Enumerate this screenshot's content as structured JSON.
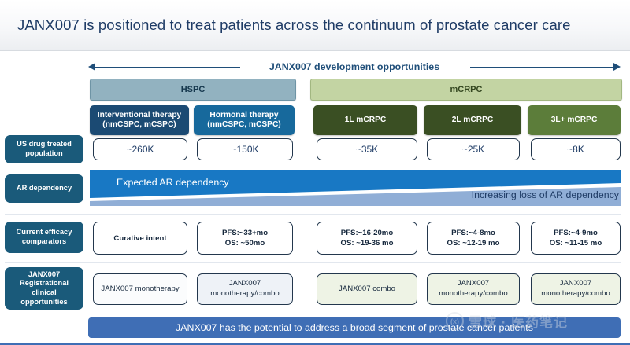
{
  "slide": {
    "title": "JANX007 is positioned to treat patients across the continuum of prostate cancer care",
    "arrow_label": "JANX007 development opportunities",
    "banner": "JANX007 has the potential to address a broad segment of prostate cancer patients"
  },
  "colors": {
    "title_text": "#1f3c66",
    "hspc_header_bg": "#92b2c0",
    "mcrpc_header_bg": "#c3d4a3",
    "col_interventional_bg": "#1b4a73",
    "col_hormonal_bg": "#17699c",
    "col_1l_bg": "#3a4f23",
    "col_2l_bg": "#3a4f23",
    "col_3l_bg": "#5c7d3a",
    "sidebar_bg": "#1a5a7a",
    "banner_bg": "#3f6eb5",
    "ar_wedge_dark": "#1878c4",
    "ar_wedge_light": "#90aed6"
  },
  "segments": [
    {
      "label": "HSPC"
    },
    {
      "label": "mCRPC"
    }
  ],
  "columns": [
    {
      "header_line1": "Interventional therapy",
      "header_line2": "(nmCSPC, mCSPC)",
      "population": "~260K",
      "efficacy_line1": "Curative intent",
      "efficacy_line2": "",
      "registrational_line1": "JANX007 monotherapy",
      "registrational_line2": ""
    },
    {
      "header_line1": "Hormonal therapy",
      "header_line2": "(nmCSPC, mCSPC)",
      "population": "~150K",
      "efficacy_line1": "PFS:~33+mo",
      "efficacy_line2": "OS: ~50mo",
      "registrational_line1": "JANX007",
      "registrational_line2": "monotherapy/combo"
    },
    {
      "header_line1": "1L mCRPC",
      "header_line2": "",
      "population": "~35K",
      "efficacy_line1": "PFS:~16-20mo",
      "efficacy_line2": "OS: ~19-36 mo",
      "registrational_line1": "JANX007 combo",
      "registrational_line2": ""
    },
    {
      "header_line1": "2L mCRPC",
      "header_line2": "",
      "population": "~25K",
      "efficacy_line1": "PFS:~4-8mo",
      "efficacy_line2": "OS: ~12-19 mo",
      "registrational_line1": "JANX007",
      "registrational_line2": "monotherapy/combo"
    },
    {
      "header_line1": "3L+ mCRPC",
      "header_line2": "",
      "population": "~8K",
      "efficacy_line1": "PFS:~4-9mo",
      "efficacy_line2": "OS: ~11-15 mo",
      "registrational_line1": "JANX007",
      "registrational_line2": "monotherapy/combo"
    }
  ],
  "row_labels": [
    {
      "line1": "US drug treated",
      "line2": "population"
    },
    {
      "line1": "AR dependency",
      "line2": ""
    },
    {
      "line1": "Current efficacy",
      "line2": "comparators"
    },
    {
      "line1": "JANX007",
      "line2": "Registrational",
      "line3": "clinical",
      "line4": "opportunities"
    }
  ],
  "ar_dependency": {
    "left_label": "Expected AR dependency",
    "right_label": "Increasing loss of AR dependency"
  },
  "watermark": {
    "logo_glyph": "(x)",
    "text": "雪球 · 医药笔记"
  }
}
